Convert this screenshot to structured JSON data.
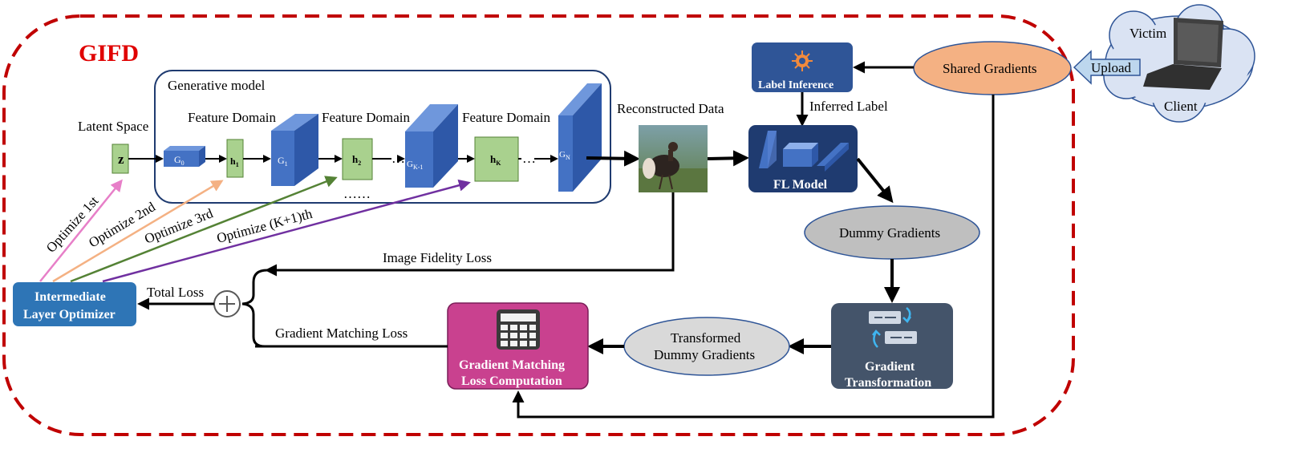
{
  "title": "GIFD",
  "colors": {
    "frame": "#c00000",
    "title": "#e00000",
    "green_box": "#a9d18e",
    "blue_block": "#4472c4",
    "dark_blue": "#1f3b70",
    "navy_box": "#2f5597",
    "orange_ellipse": "#f4b183",
    "gray_ellipse": "#bfbfbf",
    "light_gray_ellipse": "#d9d9d9",
    "slate_box": "#44546a",
    "magenta_box": "#c9418f",
    "optimizer_box": "#2e75b6",
    "pink_arrow": "#e77fc8",
    "orange_arrow": "#f4b183",
    "green_arrow": "#548235",
    "purple_arrow": "#7030a0",
    "cloud": "#dae3f3",
    "upload": "#bdd7ee"
  },
  "generative_model": {
    "label": "Generative model",
    "latent_space": "Latent Space",
    "z": "z",
    "feature_domain": "Feature Domain",
    "g0": "G0",
    "g1": "G1",
    "gk1": "GK-1",
    "gn": "GN",
    "h1": "h1",
    "h2": "h2",
    "hk": "hK",
    "dots": "…",
    "hdots": "……"
  },
  "reconstructed_data": "Reconstructed Data",
  "label_inference": "Label Inference",
  "inferred_label": "Inferred Label",
  "fl_model": "FL Model",
  "shared_gradients": "Shared Gradients",
  "upload": "Upload",
  "victim": "Victim",
  "client": "Client",
  "dummy_gradients": "Dummy Gradients",
  "gradient_transformation": [
    "Gradient",
    "Transformation"
  ],
  "transformed_dummy_gradients": [
    "Transformed",
    "Dummy Gradients"
  ],
  "gradient_matching_loss_computation": [
    "Gradient Matching",
    "Loss Computation"
  ],
  "gradient_matching_loss": "Gradient Matching Loss",
  "image_fidelity_loss": "Image Fidelity Loss",
  "total_loss": "Total Loss",
  "intermediate_layer_optimizer": [
    "Intermediate",
    "Layer Optimizer"
  ],
  "optimize": [
    "Optimize 1st",
    "Optimize 2nd",
    "Optimize 3rd",
    "Optimize (K+1)th"
  ]
}
